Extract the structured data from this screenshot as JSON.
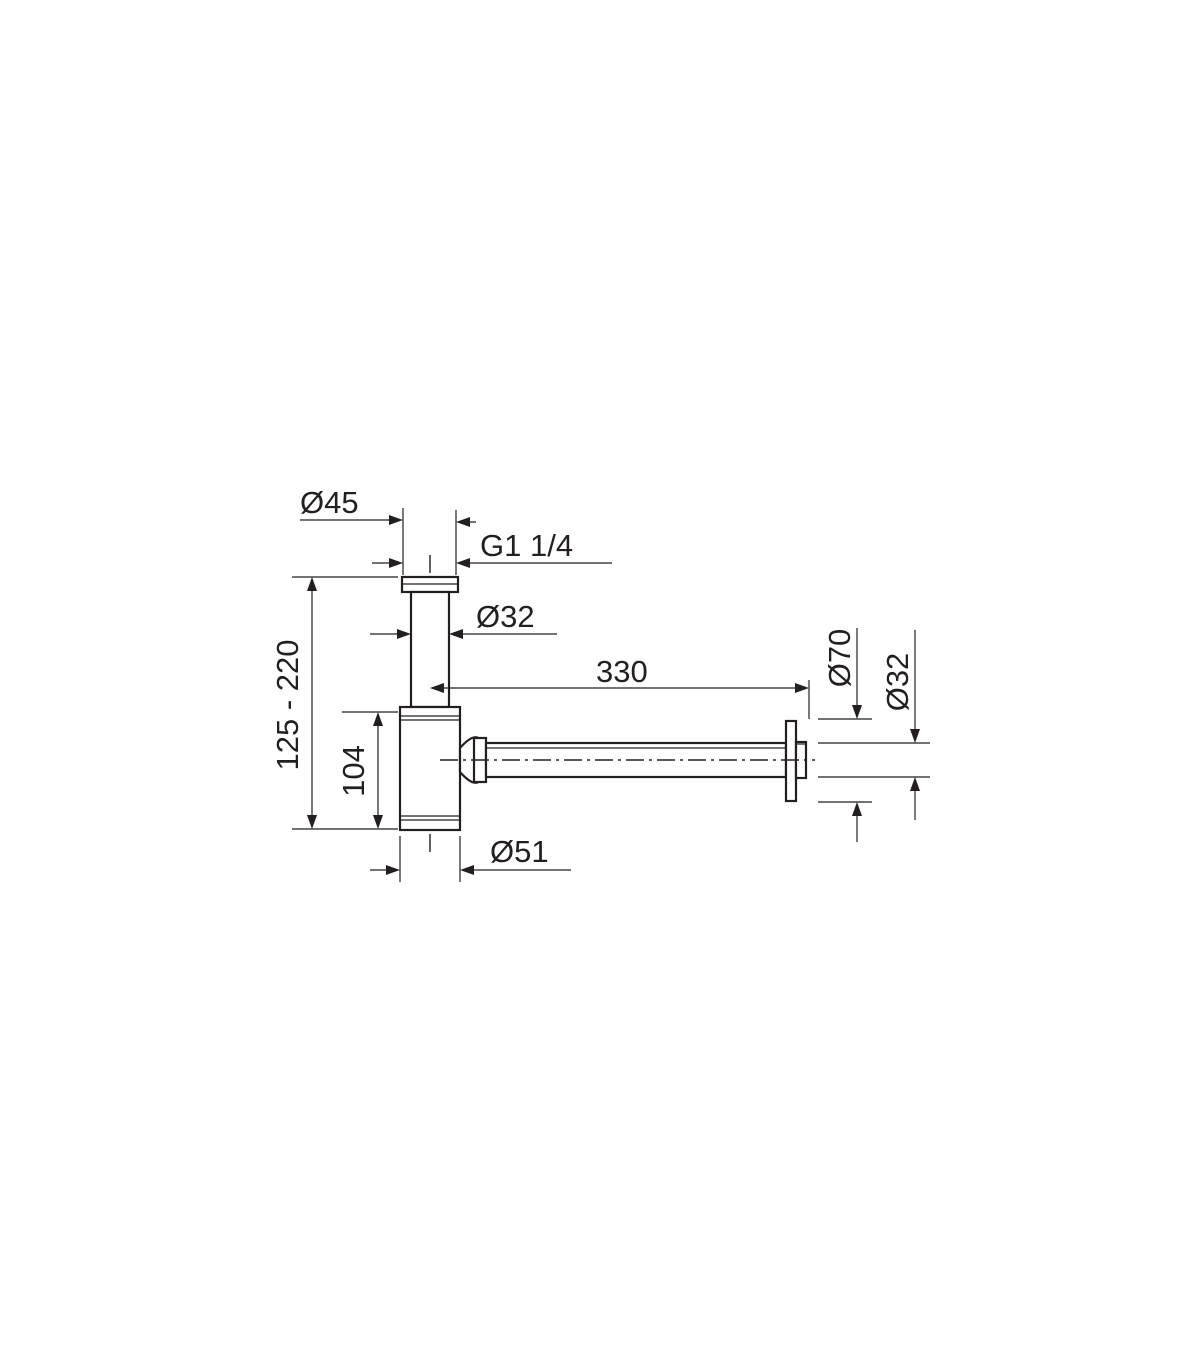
{
  "dimensions": {
    "d45": "Ø45",
    "g114": "G1 1/4",
    "d32_vertical_pipe": "Ø32",
    "length_330": "330",
    "d70": "Ø70",
    "d32_outlet": "Ø32",
    "height_range": "125 - 220",
    "height_104": "104",
    "d51": "Ø51"
  },
  "colors": {
    "line": "#231f20",
    "background": "#ffffff"
  }
}
